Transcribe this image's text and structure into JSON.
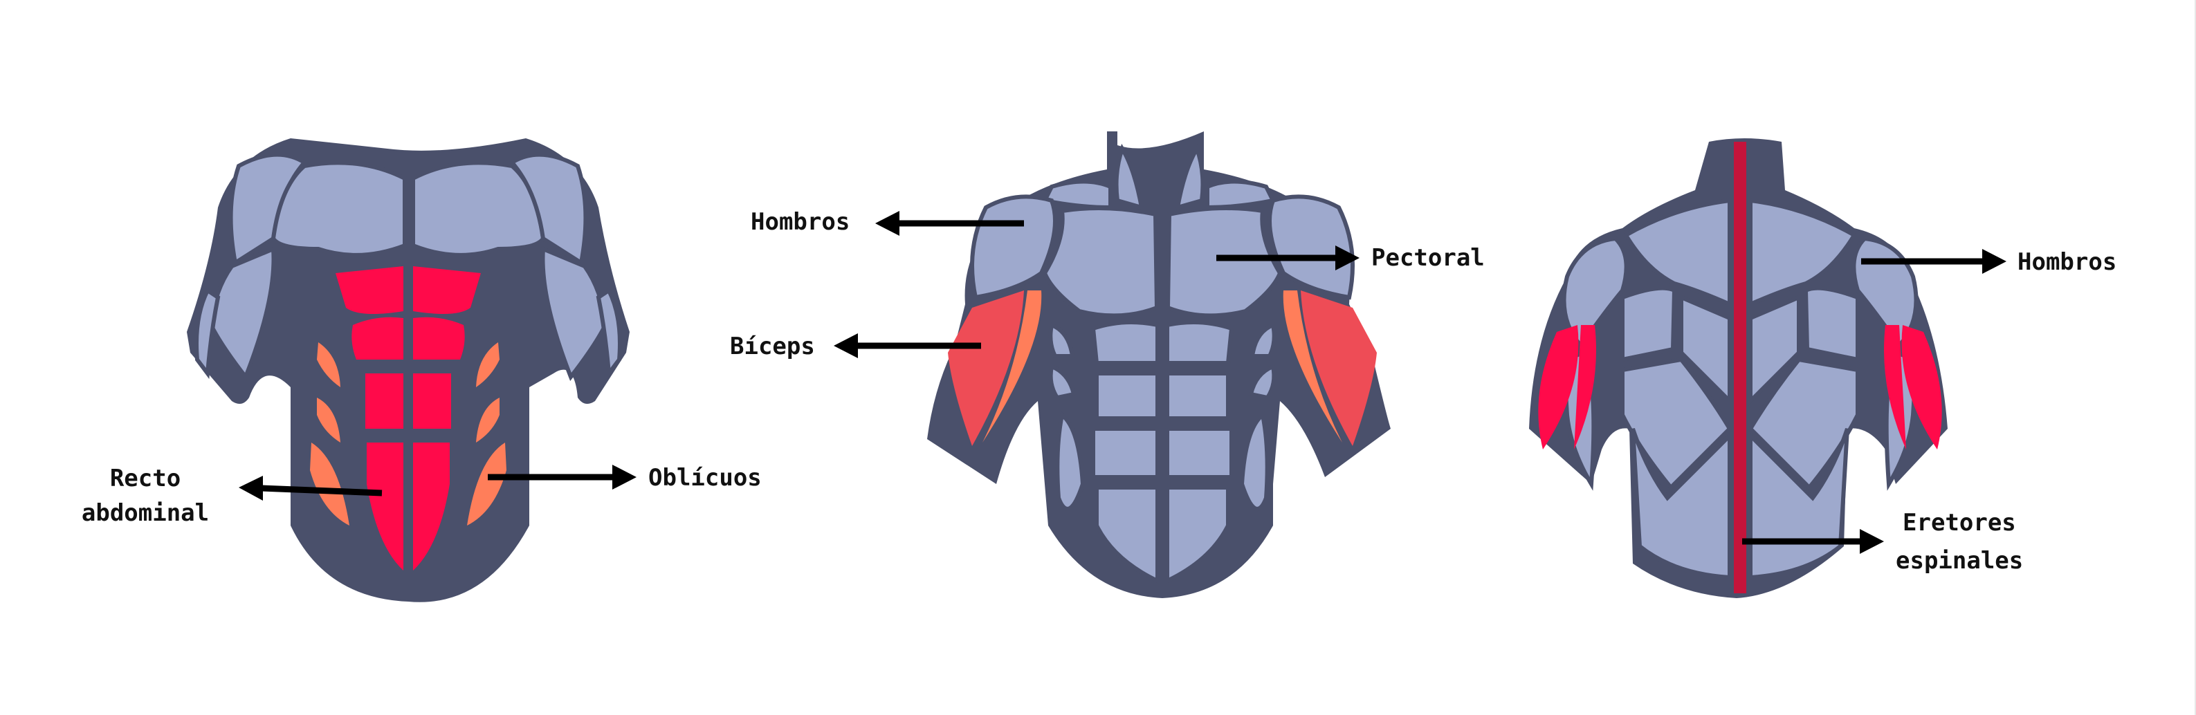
{
  "colors": {
    "body_dark": "#4a506b",
    "muscle_light": "#9ea9cd",
    "highlight_pink": "#ff0a4a",
    "highlight_orange": "#ff7e5a",
    "highlight_red": "#ee4c56",
    "spine_red": "#c4143b"
  },
  "figures": [
    {
      "view": "abdomen",
      "labels": {
        "left": [
          "Recto",
          "abdominal"
        ],
        "right": "Oblícuos"
      }
    },
    {
      "view": "front",
      "labels": {
        "shoulders": "Hombros",
        "biceps": "Bíceps",
        "pectoral": "Pectoral"
      }
    },
    {
      "view": "back",
      "labels": {
        "shoulders": "Hombros",
        "erectors": [
          "Eretores",
          "espinales"
        ]
      }
    }
  ]
}
